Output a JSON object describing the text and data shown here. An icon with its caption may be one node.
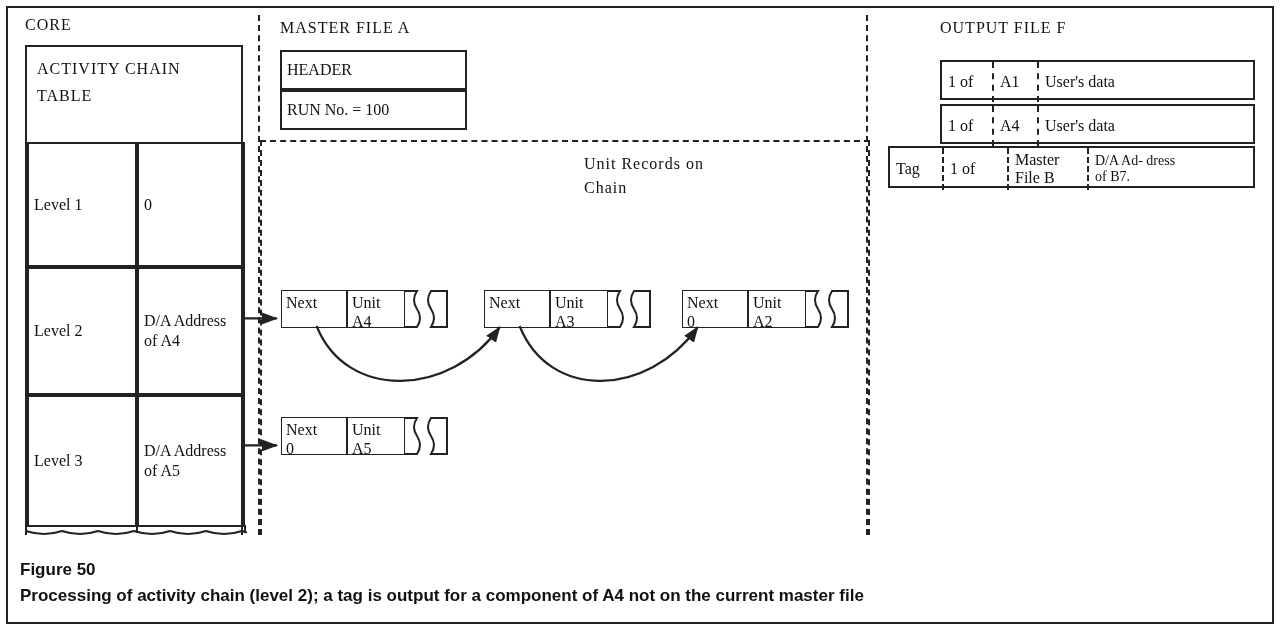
{
  "diagram": {
    "title": "Figure 50",
    "caption": "Processing of activity chain (level 2); a tag is output for a component of A4 not on the current master file",
    "nodes": [
      {
        "text": [
          "ACTIVITY CHAIN TABLE"
        ]
      },
      {
        "text": [
          "Level 1"
        ],
        "in": 0
      },
      {
        "text": [
          "0"
        ],
        "in": 0
      },
      {
        "text": [
          "Level 2"
        ],
        "in": 0
      },
      {
        "text": [
          "D/A Address of A4"
        ],
        "in": 0
      },
      {
        "text": [
          "Level 3"
        ],
        "in": 0
      },
      {
        "text": [
          "D/A Address of A5"
        ],
        "in": 0
      },
      {
        "text": [
          "MASTER FILE A"
        ]
      },
      {
        "text": [
          "HEADER"
        ],
        "in": 7
      },
      {
        "text": [
          "RUN No. = 100"
        ],
        "in": 7
      },
      {
        "text": [
          "Unit Records on Chain"
        ],
        "in": 7
      },
      {
        "text": [],
        "shape": "box",
        "in": 10
      },
      {
        "text": [
          "Next"
        ],
        "in": 11
      },
      {
        "text": [
          "Unit A4"
        ],
        "in": 11
      },
      {
        "text": [],
        "shape": "box",
        "in": 10
      },
      {
        "text": [
          "Next"
        ],
        "in": 14
      },
      {
        "text": [
          "Unit A3"
        ],
        "in": 14
      },
      {
        "text": [],
        "shape": "box",
        "in": 10
      },
      {
        "text": [
          "Next 0"
        ],
        "in": 17
      },
      {
        "text": [
          "Unit A2"
        ],
        "in": 17
      },
      {
        "text": [],
        "shape": "box",
        "in": 10
      },
      {
        "text": [
          "Next 0"
        ],
        "in": 20
      },
      {
        "text": [
          "Unit A5"
        ],
        "in": 20
      },
      {
        "text": [
          "OUTPUT FILE F"
        ]
      },
      {
        "text": [],
        "shape": "box",
        "in": 23
      },
      {
        "text": [
          "1 of"
        ],
        "in": 24
      },
      {
        "text": [
          "A1"
        ],
        "in": 24
      },
      {
        "text": [
          "User's data"
        ],
        "in": 24
      },
      {
        "text": [],
        "shape": "box",
        "in": 23
      },
      {
        "text": [
          "1 of"
        ],
        "in": 28
      },
      {
        "text": [
          "A4"
        ],
        "in": 28
      },
      {
        "text": [
          "User's data"
        ],
        "in": 28
      },
      {
        "text": [],
        "shape": "box",
        "in": 23
      },
      {
        "text": [
          "Tag"
        ],
        "in": 32
      },
      {
        "text": [
          "1 of"
        ],
        "in": 32
      },
      {
        "text": [
          "Master File B"
        ],
        "in": 32
      },
      {
        "text": [
          "D/A Ad- dress of B7."
        ],
        "in": 32
      }
    ],
    "edges": [
      {
        "from": 4,
        "to": 12,
        "arrow": "to"
      },
      {
        "from": 6,
        "to": 21,
        "arrow": "to"
      },
      {
        "from": 12,
        "to": 15,
        "arrow": "to"
      },
      {
        "from": 15,
        "to": 18,
        "arrow": "to"
      }
    ],
    "labels": [
      "CORE"
    ]
  }
}
